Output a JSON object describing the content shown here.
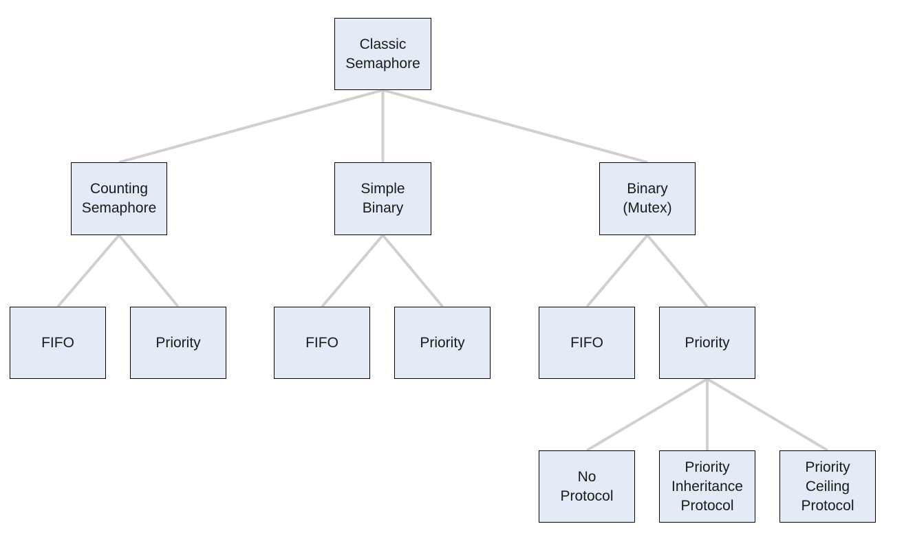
{
  "colors": {
    "background": "#ffffff",
    "node_fill": "#e3ebf6",
    "node_border": "#000000",
    "connector": "#d0d0d0",
    "text": "#1a1a1a"
  },
  "tree": {
    "label": "Classic\nSemaphore",
    "children": [
      {
        "label": "Counting\nSemaphore",
        "children": [
          {
            "label": "FIFO"
          },
          {
            "label": "Priority"
          }
        ]
      },
      {
        "label": "Simple\nBinary",
        "children": [
          {
            "label": "FIFO"
          },
          {
            "label": "Priority"
          }
        ]
      },
      {
        "label": "Binary\n(Mutex)",
        "children": [
          {
            "label": "FIFO"
          },
          {
            "label": "Priority",
            "children": [
              {
                "label": "No\nProtocol"
              },
              {
                "label": "Priority\nInheritance\nProtocol"
              },
              {
                "label": "Priority\nCeiling\nProtocol"
              }
            ]
          }
        ]
      }
    ]
  }
}
